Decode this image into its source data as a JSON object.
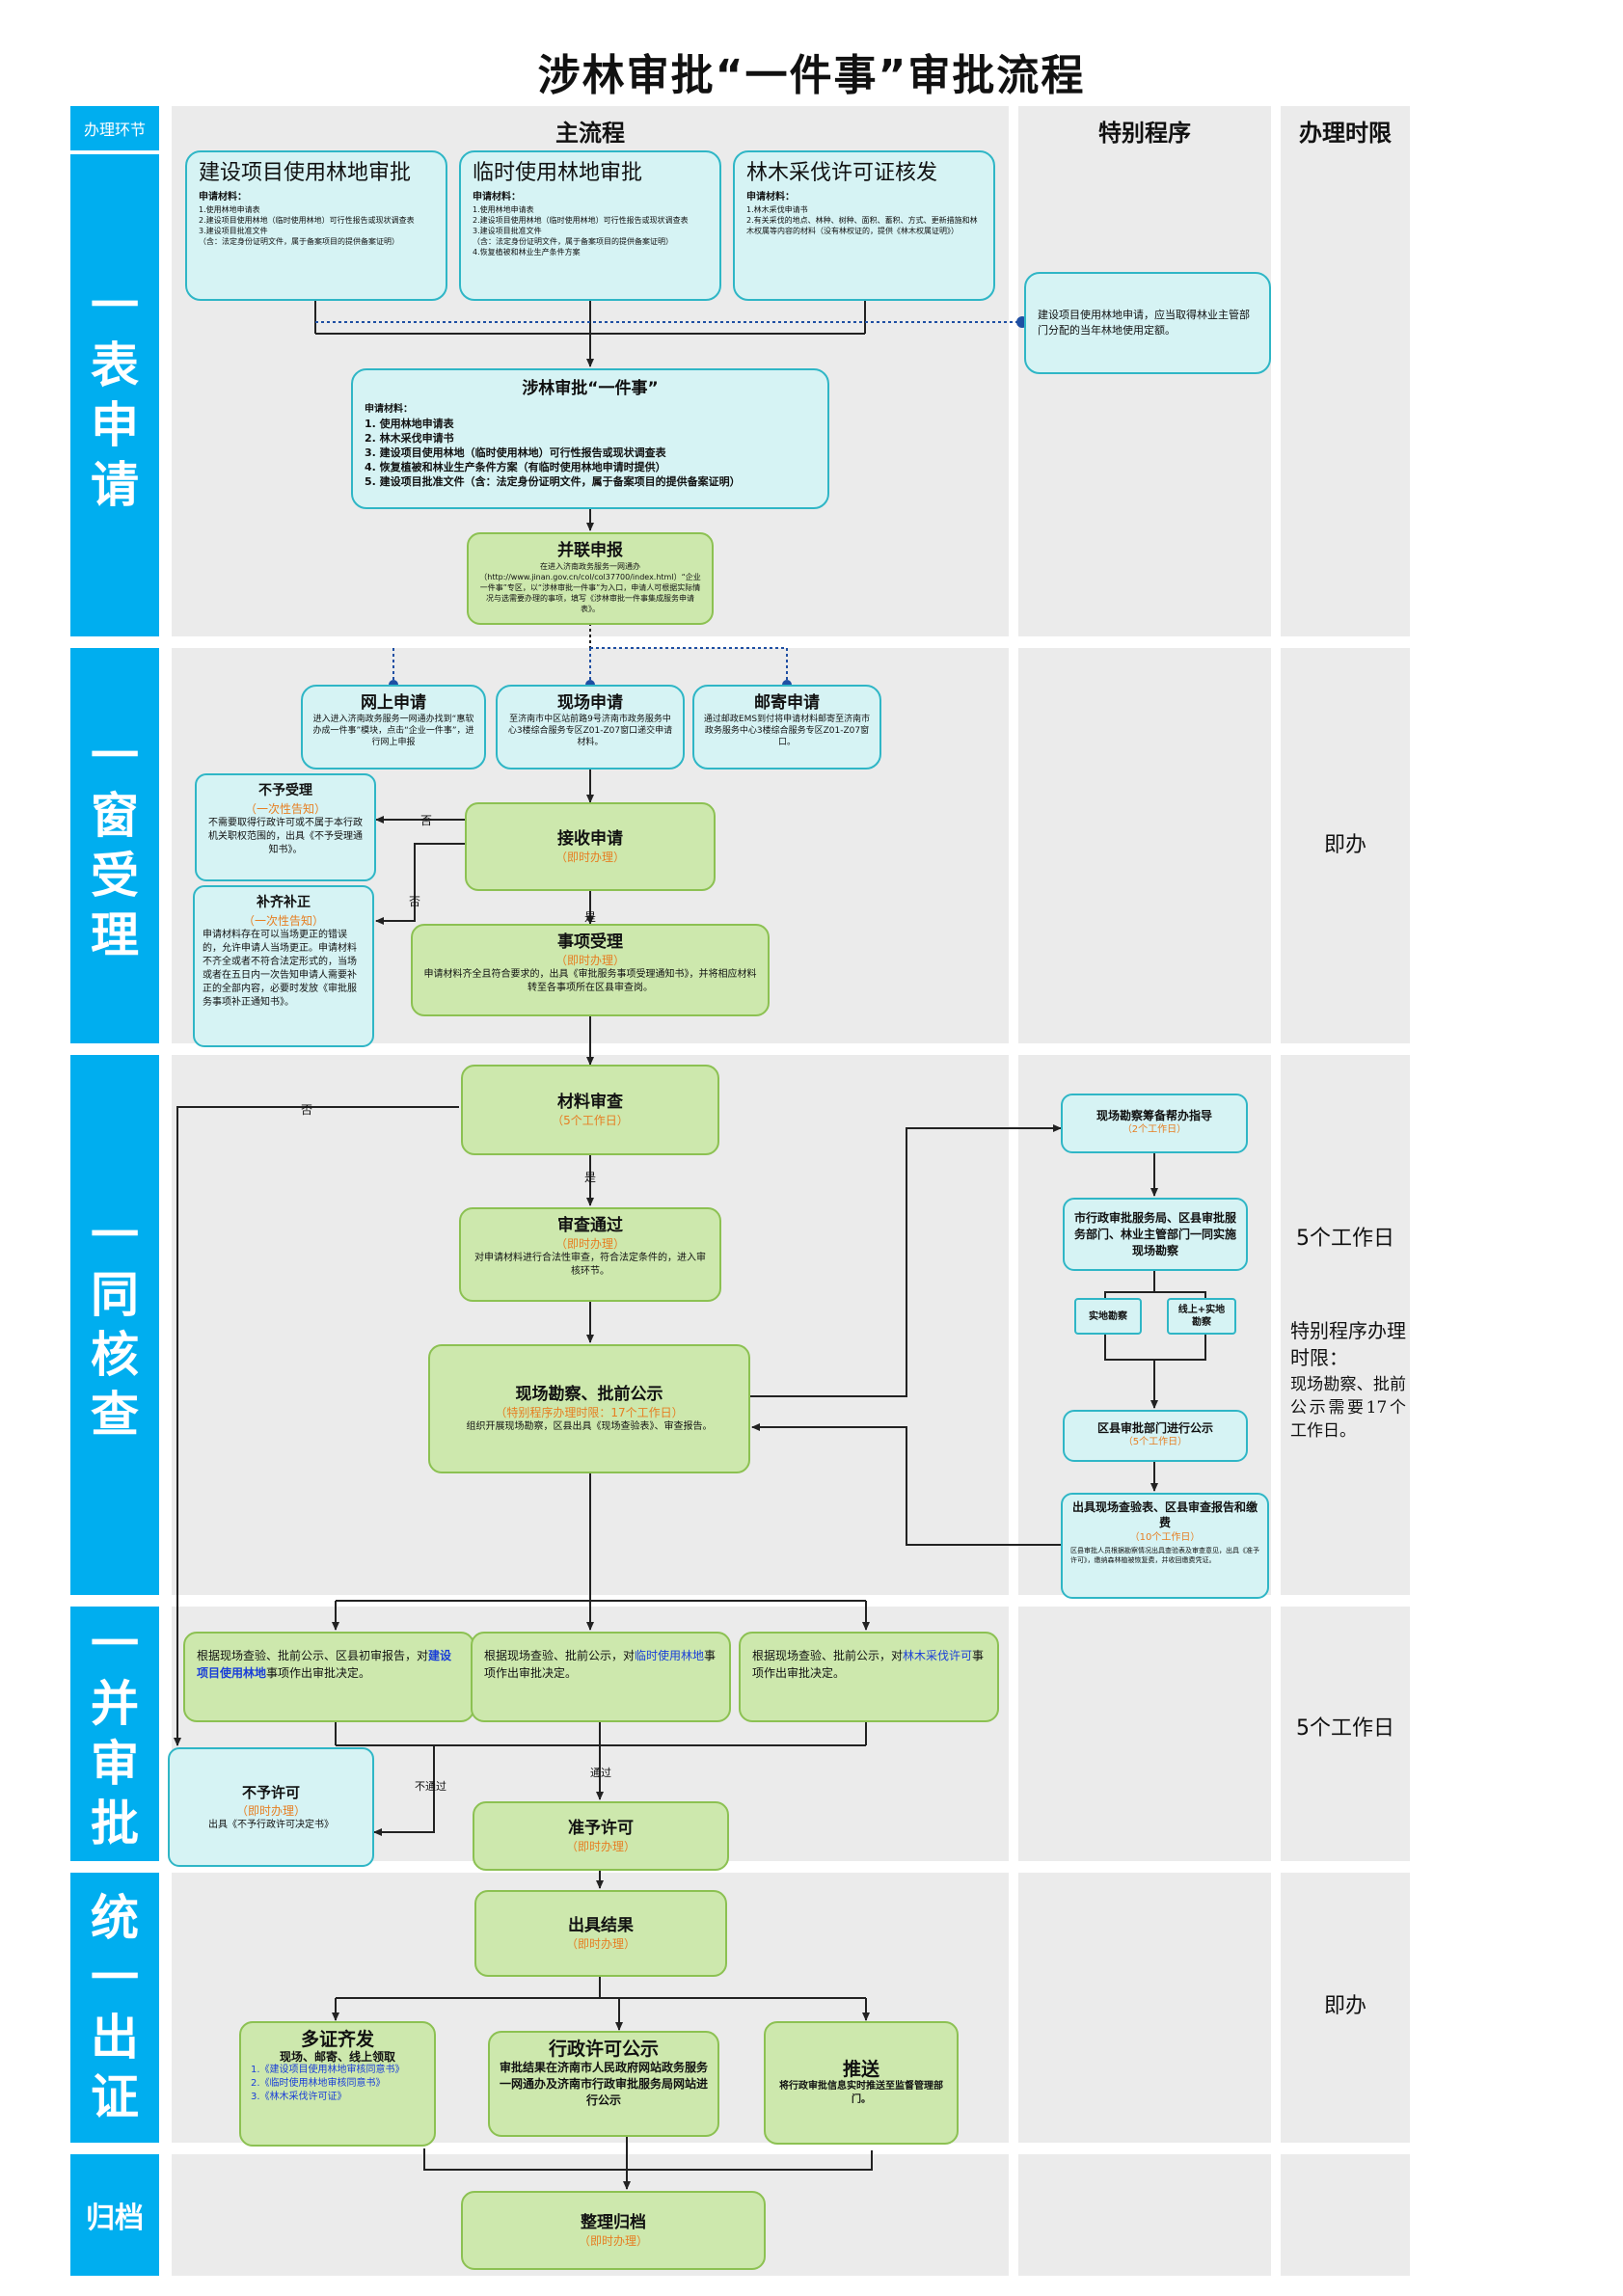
{
  "title": "涉林审批“一件事”审批流程",
  "headers": {
    "stage": "办理环节",
    "main": "主流程",
    "special": "特别程序",
    "time": "办理时限"
  },
  "stages": {
    "s1": "一表申请",
    "s2": "一窗受理",
    "s3": "一同核查",
    "s4": "一并审批",
    "s5": "统一出证",
    "s6": "归档"
  },
  "apply": {
    "box1": {
      "title": "建设项目使用林地审批",
      "materials_label": "申请材料：",
      "items": [
        "1.使用林地申请表",
        "2.建设项目使用林地（临时使用林地）可行性报告或现状调查表",
        "3.建设项目批准文件",
        "（含：法定身份证明文件，属于备案项目的提供备案证明）"
      ]
    },
    "box2": {
      "title": "临时使用林地审批",
      "materials_label": "申请材料：",
      "items": [
        "1.使用林地申请表",
        "2.建设项目使用林地（临时使用林地）可行性报告或现状调查表",
        "3.建设项目批准文件",
        "（含：法定身份证明文件，属于备案项目的提供备案证明）",
        "4.恢复植被和林业生产条件方案"
      ]
    },
    "box3": {
      "title": "林木采伐许可证核发",
      "materials_label": "申请材料：",
      "items": [
        "1.林木采伐申请书",
        "2.有关采伐的地点、林种、树种、面积、蓄积、方式、更新措施和林木权属等内容的材料（没有林权证的，提供《林木权属证明》）"
      ]
    },
    "note": "建设项目使用林地申请，应当取得林业主管部门分配的当年林地使用定额。",
    "combined": {
      "title": "涉林审批“一件事”",
      "materials_label": "申请材料：",
      "items": [
        "1. 使用林地申请表",
        "2. 林木采伐申请书",
        "3. 建设项目使用林地（临时使用林地）可行性报告或现状调查表",
        "4. 恢复植被和林业生产条件方案（有临时使用林地申请时提供）",
        "5. 建设项目批准文件（含：法定身份证明文件，属于备案项目的提供备案证明）"
      ]
    },
    "submit": {
      "title": "并联申报",
      "desc": "在进入济南政务服务一网通办（http://www.jinan.gov.cn/col/col37700/index.html）“企业一件事”专区，以“涉林审批一件事”为入口，申请人可根据实际情况与选需要办理的事项，填写《涉林审批一件事集成服务申请表》。"
    }
  },
  "accept": {
    "online": {
      "title": "网上申请",
      "desc": "进入进入济南政务服务一网通办找到“惠软办成一件事”模块，点击“企业一件事”，进行网上申报"
    },
    "onsite": {
      "title": "现场申请",
      "desc": "至济南市中区站前路9号济南市政务服务中心3楼综合服务专区Z01-Z07窗口递交申请材料。"
    },
    "mail": {
      "title": "邮寄申请",
      "desc": "通过邮政EMS到付将申请材料邮寄至济南市政务服务中心3楼综合服务专区Z01-Z07窗口。"
    },
    "reject": {
      "title": "不予受理",
      "sub": "（一次性告知）",
      "desc": "不需要取得行政许可或不属于本行政机关职权范围的，出具《不予受理通知书》。"
    },
    "receive": {
      "title": "接收申请",
      "sub": "（即时办理）"
    },
    "supplement": {
      "title": "补齐补正",
      "sub": "（一次性告知）",
      "desc": "申请材料存在可以当场更正的错误的，允许申请人当场更正。申请材料不齐全或者不符合法定形式的，当场或者在五日内一次告知申请人需要补正的全部内容，必要时发放《审批服务事项补正通知书》。"
    },
    "accepted": {
      "title": "事项受理",
      "sub": "（即时办理）",
      "desc": "申请材料齐全且符合要求的，出具《审批服务事项受理通知书》，并将相应材料转至各事项所在区县审查岗。"
    },
    "no": "否",
    "no2": "否",
    "yes": "是",
    "time": "即办"
  },
  "verify": {
    "review": {
      "title": "材料审查",
      "sub": "（5个工作日）"
    },
    "passed": {
      "title": "审查通过",
      "sub": "（即时办理）",
      "desc": "对申请材料进行合法性审查，符合法定条件的，进入审核环节。"
    },
    "survey": {
      "title": "现场勘察、批前公示",
      "sub": "（特别程序办理时限：17个工作日）",
      "desc": "组织开展现场勘察，区县出具《现场查验表》、审查报告。"
    },
    "no": "否",
    "yes": "是",
    "special": {
      "guide": {
        "title": "现场勘察筹备帮办指导",
        "sub": "（2个工作日）"
      },
      "joint": "市行政审批服务局、区县审批服务部门、林业主管部门一同实施现场勘察",
      "field": "实地勘察",
      "online_field": "线上+实地勘察",
      "publicity": {
        "title": "区县审批部门进行公示",
        "sub": "（5个工作日）"
      },
      "report": {
        "title": "出具现场查验表、区县审查报告和缴费",
        "sub": "（10个工作日）",
        "desc": "区县审批人员根据勘察情况出具查验表及审查意见，出具《准予许可》，缴纳森林植被恢复费，并收回缴费凭证。"
      }
    },
    "time": "5个工作日",
    "special_time_label": "特别程序办理时限：",
    "special_time_desc": "现场勘察、批前公示需要17个工作日。"
  },
  "approve": {
    "d1": {
      "pre": "根据现场查验、批前公示、区县初审报告，对",
      "hl": "建设项目使用林地",
      "post": "事项作出审批决定。"
    },
    "d2": {
      "pre": "根据现场查验、批前公示，对",
      "hl": "临时使用林地",
      "post": "事项作出审批决定。"
    },
    "d3": {
      "pre": "根据现场查验、批前公示，对",
      "hl": "林木采伐许可",
      "post": "事项作出审批决定。"
    },
    "deny": {
      "title": "不予许可",
      "sub": "（即时办理）",
      "desc": "出具《不予行政许可决定书》"
    },
    "grant": {
      "title": "准予许可",
      "sub": "（即时办理）"
    },
    "not_pass": "不通过",
    "pass": "通过",
    "time": "5个工作日"
  },
  "issue": {
    "result": {
      "title": "出具结果",
      "sub": "（即时办理）"
    },
    "multi": {
      "title": "多证齐发",
      "sub": "现场、邮寄、线上领取",
      "items": [
        "1.《建设项目使用林地审核同意书》",
        "2.《临时使用林地审核同意书》",
        "3.《林木采伐许可证》"
      ]
    },
    "publicity": {
      "title": "行政许可公示",
      "desc": "审批结果在济南市人民政府网站政务服务一网通办及济南市行政审批服务局网站进行公示"
    },
    "push": {
      "title": "推送",
      "desc": "将行政审批信息实时推送至监督管理部门。"
    },
    "time": "即办"
  },
  "archive": {
    "title": "整理归档",
    "sub": "（即时办理）"
  },
  "colors": {
    "stage": "#00aeef",
    "panel": "#ebebeb",
    "cyan_box": "#d6f3f4",
    "green_box": "#cde8ad",
    "orange": "#e67e22",
    "highlight": "#1a3ed8"
  }
}
